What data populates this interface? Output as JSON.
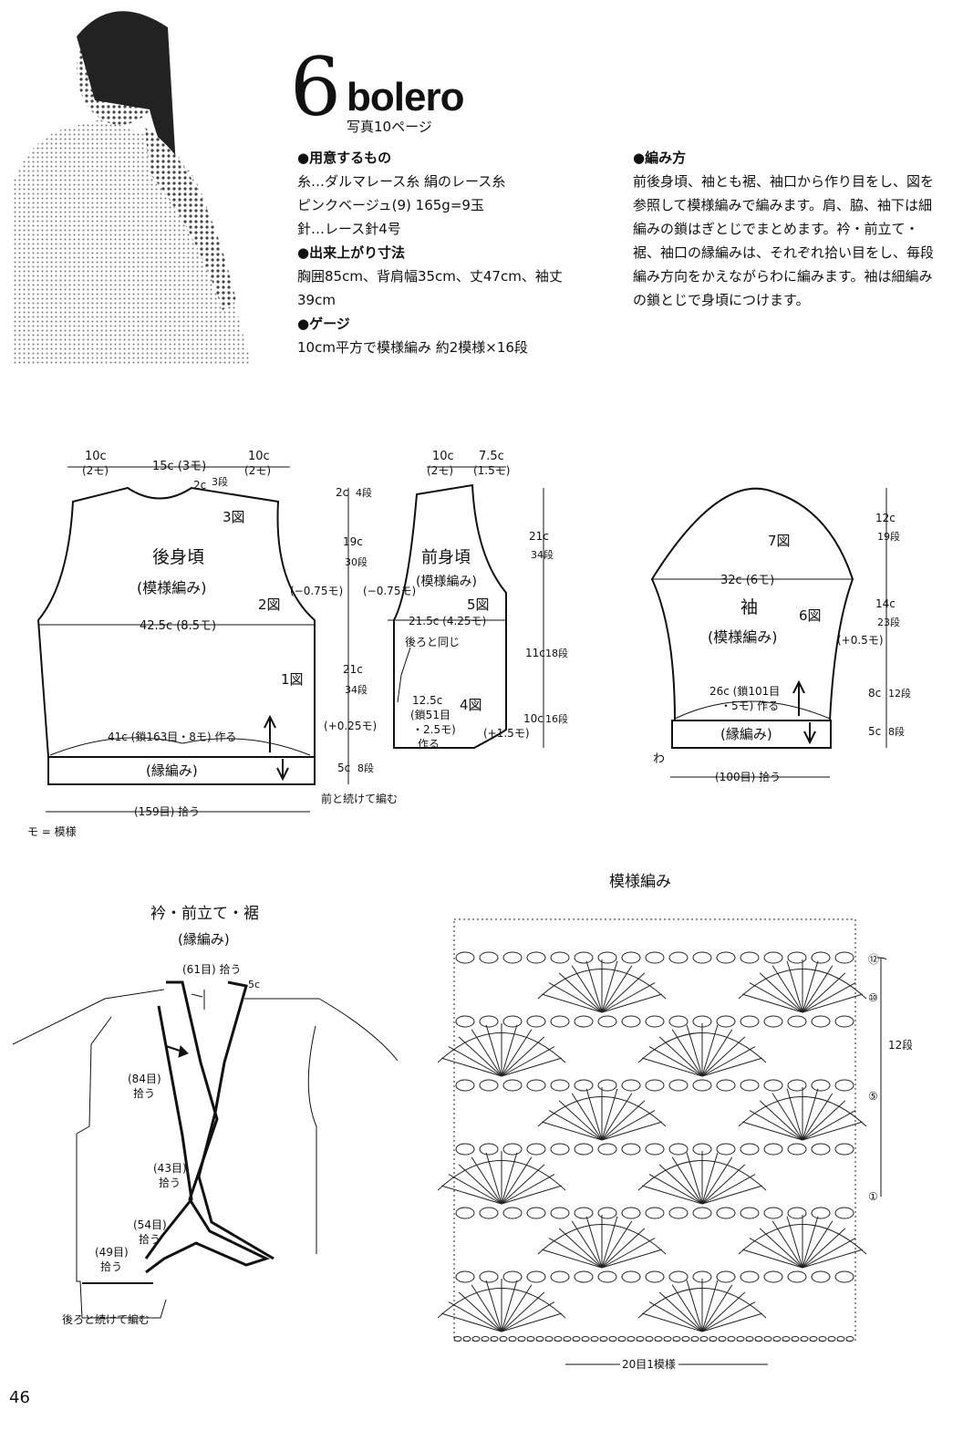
{
  "header": {
    "number": "6",
    "title": "bolero",
    "subtitle": "写真10ページ"
  },
  "materials": {
    "heading": "●用意するもの",
    "lines": [
      "糸…ダルマレース糸 絹のレース糸",
      "ピンクベージュ(9) 165g=9玉",
      "針…レース針4号"
    ]
  },
  "finished_size": {
    "heading": "●出来上がり寸法",
    "lines": [
      "胸囲85cm、背肩幅35cm、丈47cm、袖丈",
      "39cm"
    ]
  },
  "gauge": {
    "heading": "●ゲージ",
    "lines": [
      "10cm平方で模様編み 約2模様×16段"
    ]
  },
  "method": {
    "heading": "●編み方",
    "body": "前後身頃、袖とも裾、袖口から作り目をし、図を参照して模様編みで編みます。肩、脇、袖下は細編みの鎖はぎとじでまとめます。衿・前立て・裾、袖口の縁編みは、それぞれ拾い目をし、毎段編み方向をかえながらわに編みます。袖は細編みの鎖とじで身頃につけます。"
  },
  "back_body": {
    "title": "後身頃",
    "sub": "(模様編み)",
    "top_left": "10c",
    "top_left_sub": "(2モ)",
    "top_mid": "15c (3モ)",
    "top_right": "10c",
    "top_right_sub": "(2モ)",
    "neck_depth": "2c",
    "neck_rows": "3段",
    "fig3": "3図",
    "fig2": "2図",
    "fig1": "1図",
    "width": "42.5c (8.5モ)",
    "cast_on": "41c (鎖163目・8モ) 作る",
    "border": "(縁編み)",
    "pickup": "(159目) 拾う",
    "continue": "前と続けて編む",
    "shoulder_dec": "(−0.75モ)",
    "side_inc": "(+0.25モ)",
    "legend": "モ = 模様"
  },
  "mid_dims": {
    "a": "2c",
    "a_rows": "4段",
    "b": "19c",
    "b_rows": "30段",
    "c": "21c",
    "c_rows": "34段",
    "d": "5c",
    "d_rows": "8段"
  },
  "front_body": {
    "title": "前身頃",
    "sub": "(模様編み)",
    "top_left": "10c",
    "top_left_sub": "(2モ)",
    "top_right": "7.5c",
    "top_right_sub": "(1.5モ)",
    "shoulder_dec": "(−0.75モ)",
    "fig5": "5図",
    "fig4": "4図",
    "width": "21.5c (4.25モ)",
    "same_as_back": "後ろと同じ",
    "cast_on_a": "12.5c",
    "cast_on_b": "(鎖51目",
    "cast_on_c": "・2.5モ)",
    "cast_on_d": "作る",
    "hem_inc": "(+1.5モ)",
    "right_a": "21c",
    "right_a_rows": "34段",
    "right_b": "11c",
    "right_b_rows": "18段",
    "right_c": "10c",
    "right_c_rows": "16段"
  },
  "sleeve": {
    "title": "袖",
    "sub": "(模様編み)",
    "fig7": "7図",
    "fig6": "6図",
    "width": "32c (6モ)",
    "cast_on_a": "26c (鎖101目",
    "cast_on_b": "・5モ) 作る",
    "border": "(縁編み)",
    "wa": "わ",
    "pickup": "(100目) 拾う",
    "side_inc": "(+0.5モ)",
    "d1": "12c",
    "d1_rows": "19段",
    "d2": "14c",
    "d2_rows": "23段",
    "d3": "8c",
    "d3_rows": "12段",
    "d4": "5c",
    "d4_rows": "8段"
  },
  "collar": {
    "title": "衿・前立て・裾",
    "sub": "(縁編み)",
    "top_pick": "(61目) 拾う",
    "top_right": "5c",
    "p84": "(84目)",
    "p84b": "拾う",
    "p43": "(43目)",
    "p43b": "拾う",
    "p54": "(54目)",
    "p54b": "拾う",
    "p49": "(49目)",
    "p49b": "拾う",
    "continue": "後ろと続けて編む"
  },
  "pattern": {
    "title": "模様編み",
    "row12": "⑫",
    "row10": "⑩",
    "row5": "⑤",
    "row1": "①",
    "repeat_rows": "12段1模様",
    "repeat_sts": "20目1模様"
  },
  "page_number": "46"
}
